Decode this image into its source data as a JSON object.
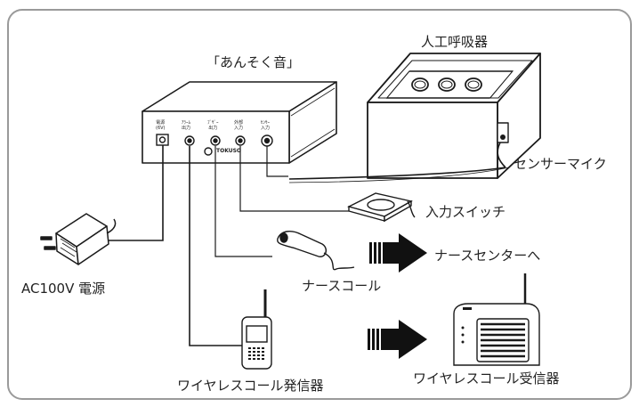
{
  "labels": {
    "device": "「あんそく音」",
    "ventilator": "人工呼吸器",
    "sensor_mic": "センサーマイク",
    "input_switch": "入力スイッチ",
    "nurse_center": "ナースセンターへ",
    "power": "AC100V 電源",
    "nurse_call": "ナースコール",
    "wireless_tx": "ワイヤレスコール発信器",
    "wireless_rx": "ワイヤレスコール受信器"
  },
  "panel": {
    "power_l1": "電源",
    "power_l2": "(6V)",
    "alarm_l1": "ｱﾗｰﾑ",
    "alarm_l2": "出力",
    "buzzer_l1": "ﾌﾞｻﾞｰ",
    "buzzer_l2": "出力",
    "external_l1": "外部",
    "external_l2": "入力",
    "sensor_l1": "ｾﾝｻｰ",
    "sensor_l2": "入力",
    "brand": "TOKUSO"
  },
  "colors": {
    "frame": "#9a9a9a",
    "line": "#1a1a1a",
    "arrow": "#111111"
  }
}
